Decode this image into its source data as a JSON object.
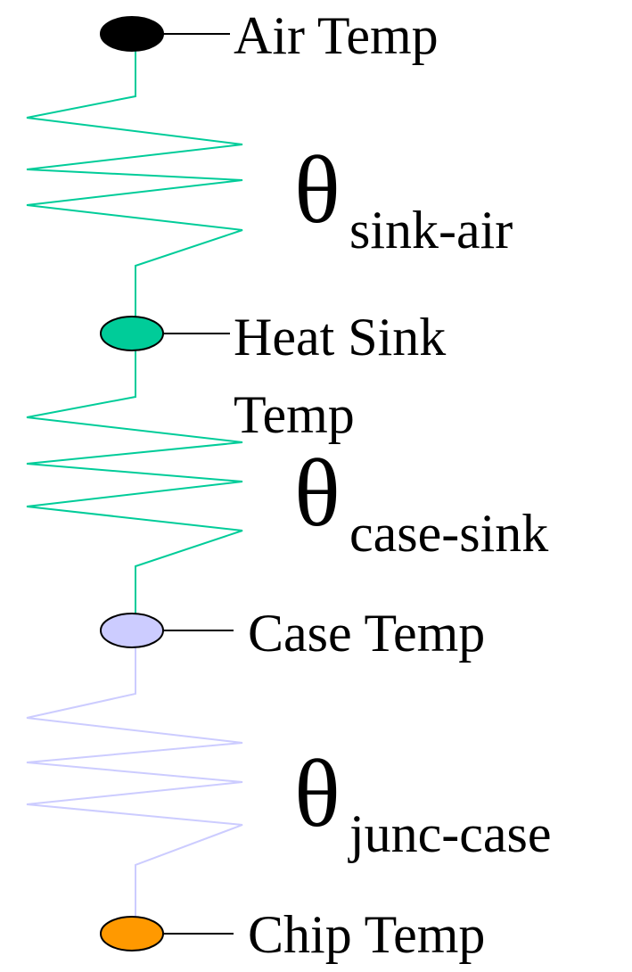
{
  "nodes": [
    {
      "id": "air",
      "label": "Air Temp",
      "color": "#000000"
    },
    {
      "id": "sink",
      "label": "Heat Sink Temp",
      "label_lines": [
        "Heat Sink",
        "Temp"
      ],
      "color": "#00CC99"
    },
    {
      "id": "case",
      "label": "Case Temp",
      "color": "#CCCCFF"
    },
    {
      "id": "chip",
      "label": "Chip Temp",
      "color": "#FF9900"
    }
  ],
  "resistances": [
    {
      "symbol": "θ",
      "subscript": "sink-air",
      "color": "#00CC99"
    },
    {
      "symbol": "θ",
      "subscript": "case-sink",
      "color": "#00CC99"
    },
    {
      "symbol": "θ",
      "subscript": "junc-case",
      "color": "#CCCCFF"
    }
  ]
}
